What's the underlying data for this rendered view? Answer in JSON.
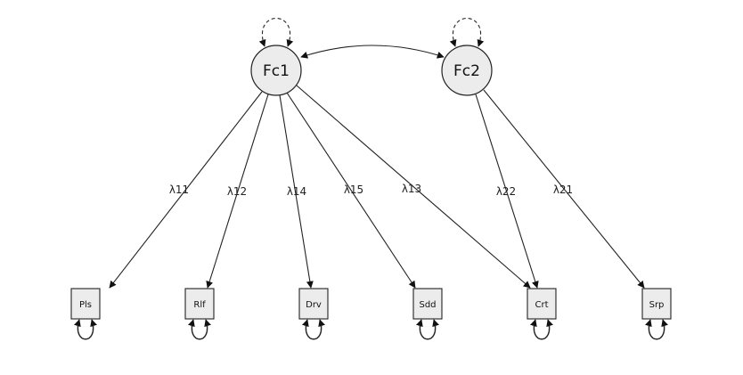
{
  "latents": [
    {
      "id": "Fc1",
      "label": "Fc1"
    },
    {
      "id": "Fc2",
      "label": "Fc2"
    }
  ],
  "observed": [
    {
      "id": "Pls",
      "label": "Pls"
    },
    {
      "id": "Rlf",
      "label": "Rlf"
    },
    {
      "id": "Drv",
      "label": "Drv"
    },
    {
      "id": "Sdd",
      "label": "Sdd"
    },
    {
      "id": "Crt",
      "label": "Crt"
    },
    {
      "id": "Srp",
      "label": "Srp"
    }
  ],
  "loadings": [
    {
      "from": "Fc1",
      "to": "Pls",
      "label": "λ11"
    },
    {
      "from": "Fc1",
      "to": "Rlf",
      "label": "λ12"
    },
    {
      "from": "Fc1",
      "to": "Drv",
      "label": "λ14"
    },
    {
      "from": "Fc1",
      "to": "Sdd",
      "label": "λ15"
    },
    {
      "from": "Fc1",
      "to": "Crt",
      "label": "λ13"
    },
    {
      "from": "Fc2",
      "to": "Crt",
      "label": "λ22"
    },
    {
      "from": "Fc2",
      "to": "Srp",
      "label": "λ21"
    }
  ],
  "colors": {
    "node_fill": "#ececec",
    "stroke": "#222222"
  }
}
